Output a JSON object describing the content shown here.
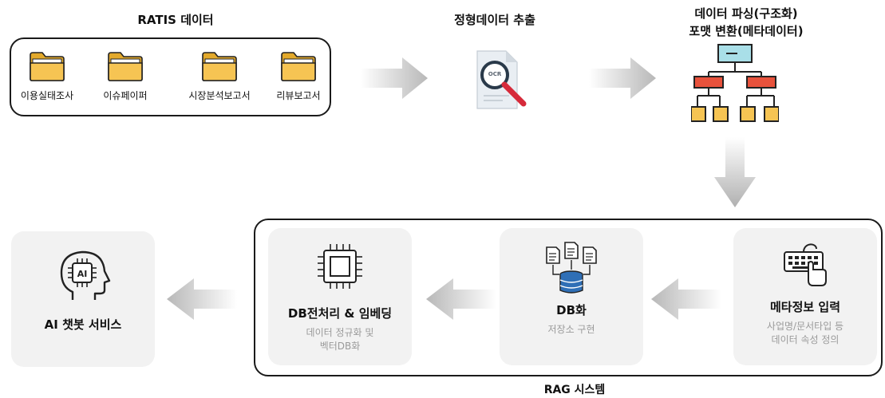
{
  "stages": {
    "ratis_title": "RATIS 데이터",
    "folders": [
      "이용실태조사",
      "이슈페이퍼",
      "시장분석보고서",
      "리뷰보고서"
    ],
    "ocr_title": "정형데이터 추출",
    "ocr_badge": "OCR",
    "parse_title_line1": "데이터 파싱(구조화)",
    "parse_title_line2": "포맷 변환(메타데이터)"
  },
  "rag": {
    "system_label": "RAG 시스템",
    "meta_input": {
      "title": "메타정보 입력",
      "sub": "사업명/문서타입 등\n데이터 속성 정의"
    },
    "db": {
      "title": "DB화",
      "sub": "저장소 구현"
    },
    "preprocess": {
      "title": "DB전처리 & 임베딩",
      "sub": "데이터 정규화 및\n벡터DB화"
    },
    "chatbot": {
      "title": "AI 챗봇 서비스",
      "icon_text": "AI"
    }
  },
  "colors": {
    "folder": "#f6c453",
    "folder_dark": "#e3a92b",
    "chart_top": "#a9dfe8",
    "chart_mid": "#e8523c",
    "chart_bottom": "#f6c453",
    "db_blue": "#2f6fb6",
    "card_bg": "#f2f2f2",
    "arrow": "#c8c8c8"
  }
}
